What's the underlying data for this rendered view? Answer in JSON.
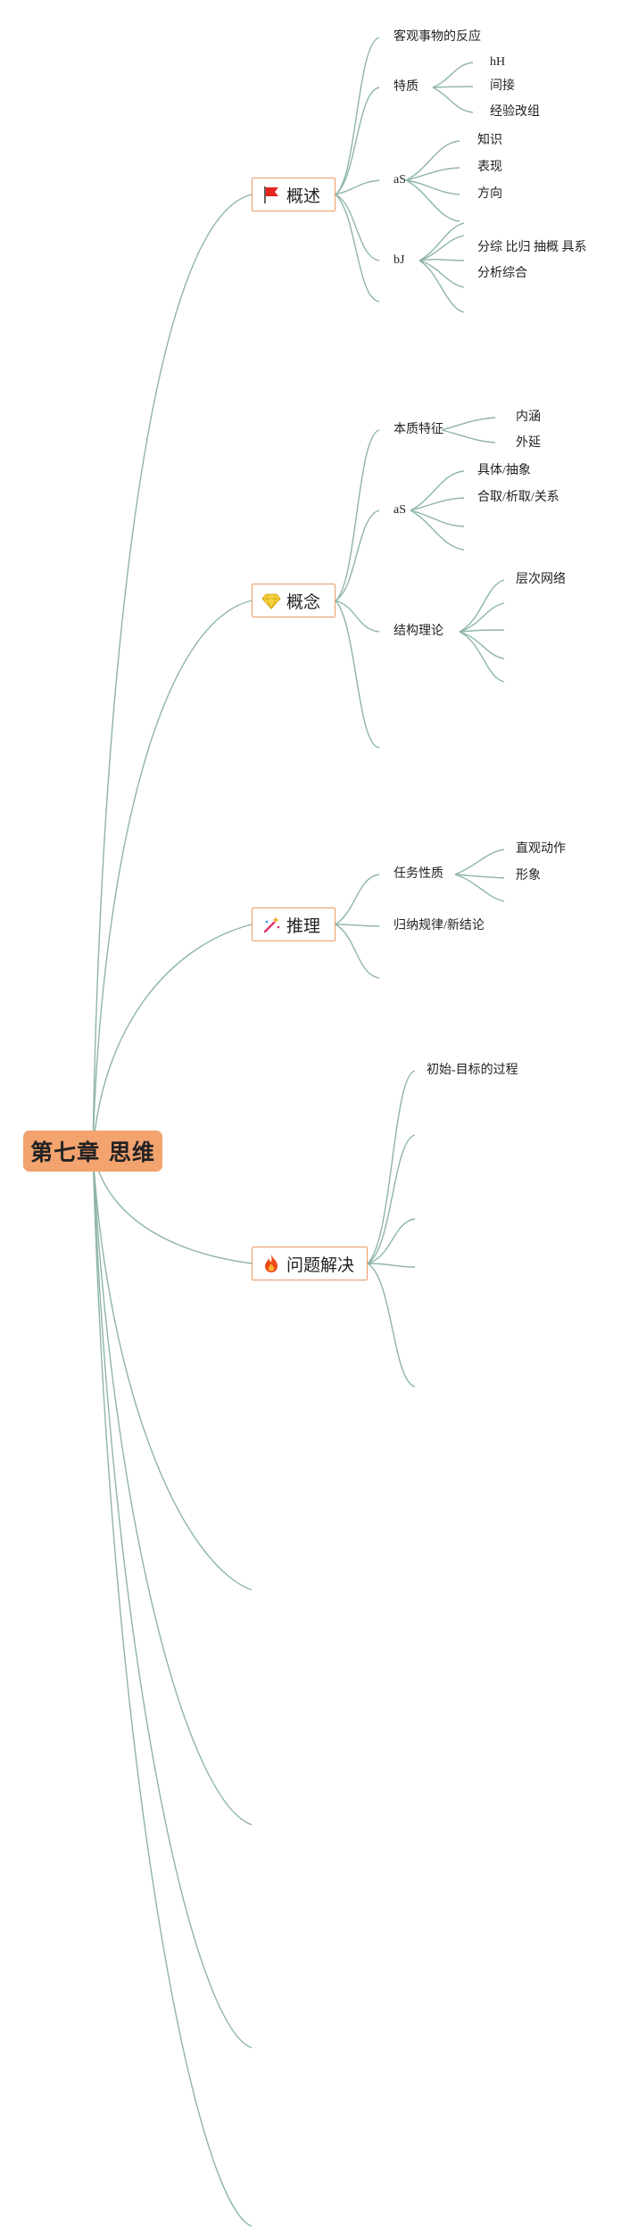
{
  "root": {
    "label": "第七章 思维"
  },
  "branches": [
    {
      "label": "概述",
      "icon": "red-flag-icon",
      "children": [
        {
          "label": "客观事物的反应"
        },
        {
          "label": "特质",
          "children": [
            "hH",
            "间接",
            "经验改组"
          ]
        },
        {
          "label": "aS",
          "children": [
            "知识",
            "表现",
            "方向"
          ]
        },
        {
          "label": "bJ",
          "children": [
            "分综 比归 抽概 具系",
            "分析综合"
          ]
        }
      ]
    },
    {
      "label": "概念",
      "icon": "gem-icon",
      "children": [
        {
          "label": "本质特征",
          "children": [
            "内涵",
            "外延"
          ]
        },
        {
          "label": "aS",
          "children": [
            "具体/抽象",
            "合取/析取/关系"
          ]
        },
        {
          "label": "结构理论",
          "children": [
            "层次网络"
          ]
        }
      ]
    },
    {
      "label": "推理",
      "icon": "sparkle-wand-icon",
      "children": [
        {
          "label": "任务性质",
          "children": [
            "直观动作",
            "形象"
          ]
        },
        {
          "label": "归纳规律/新结论"
        }
      ]
    },
    {
      "label": "问题解决",
      "icon": "fire-icon",
      "children": [
        {
          "label": "初始-目标的过程"
        }
      ]
    }
  ]
}
